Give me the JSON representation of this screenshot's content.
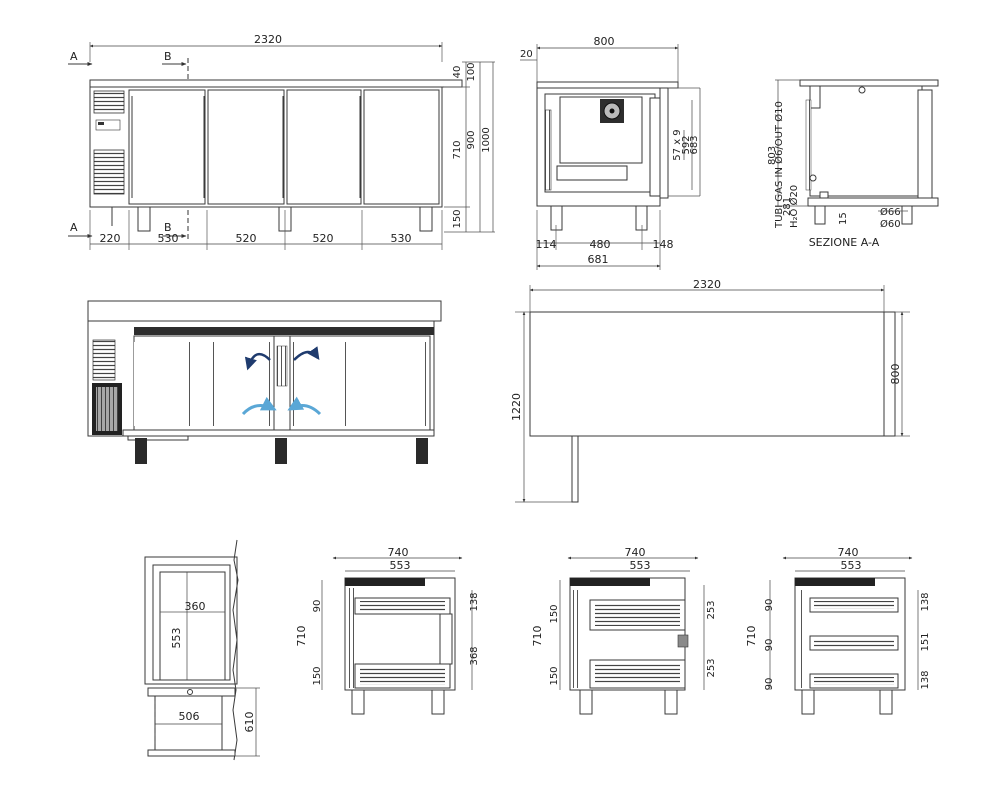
{
  "front_view": {
    "overall_width": "2320",
    "section_a": "A",
    "section_b": "B",
    "height_top": "40",
    "height_100": "100",
    "height_710": "710",
    "height_900": "900",
    "height_1000": "1000",
    "height_150": "150",
    "widths": [
      "220",
      "530",
      "520",
      "520",
      "530"
    ]
  },
  "side_view": {
    "depth": "800",
    "top_offset": "20",
    "dims_right": [
      "57 x 9",
      "592",
      "683"
    ],
    "bottom": [
      "114",
      "480",
      "148"
    ],
    "base_depth": "681"
  },
  "section_view": {
    "label": "SEZIONE A-A",
    "pipes_label": "TUBI GAS IN Ø6/OUT Ø10",
    "h2o_label": "H₂O Ø20",
    "dims": [
      "803",
      "281",
      "15"
    ],
    "diam_a": "Ø66",
    "diam_b": "Ø60"
  },
  "plan_view": {
    "width": "2320",
    "depth": "800",
    "clearance": "1220"
  },
  "tray_view": {
    "width_360": "360",
    "height_553": "553",
    "width_506": "506",
    "height_610": "610"
  },
  "drawer_views": [
    {
      "width": "740",
      "inner": "553",
      "left_dims": [
        "90",
        "150"
      ],
      "height": "710",
      "right_dims": [
        "138",
        "368"
      ]
    },
    {
      "width": "740",
      "inner": "553",
      "left_dims": [
        "150",
        "150"
      ],
      "height": "710",
      "right_dims": [
        "253",
        "253"
      ]
    },
    {
      "width": "740",
      "inner": "553",
      "left_dims": [
        "90",
        "90",
        "90"
      ],
      "height": "710",
      "right_dims": [
        "138",
        "151",
        "138"
      ]
    }
  ],
  "colors": {
    "line": "#3a3a3a",
    "arrow_dark": "#1f3b6e",
    "arrow_light": "#5aa7d6"
  }
}
